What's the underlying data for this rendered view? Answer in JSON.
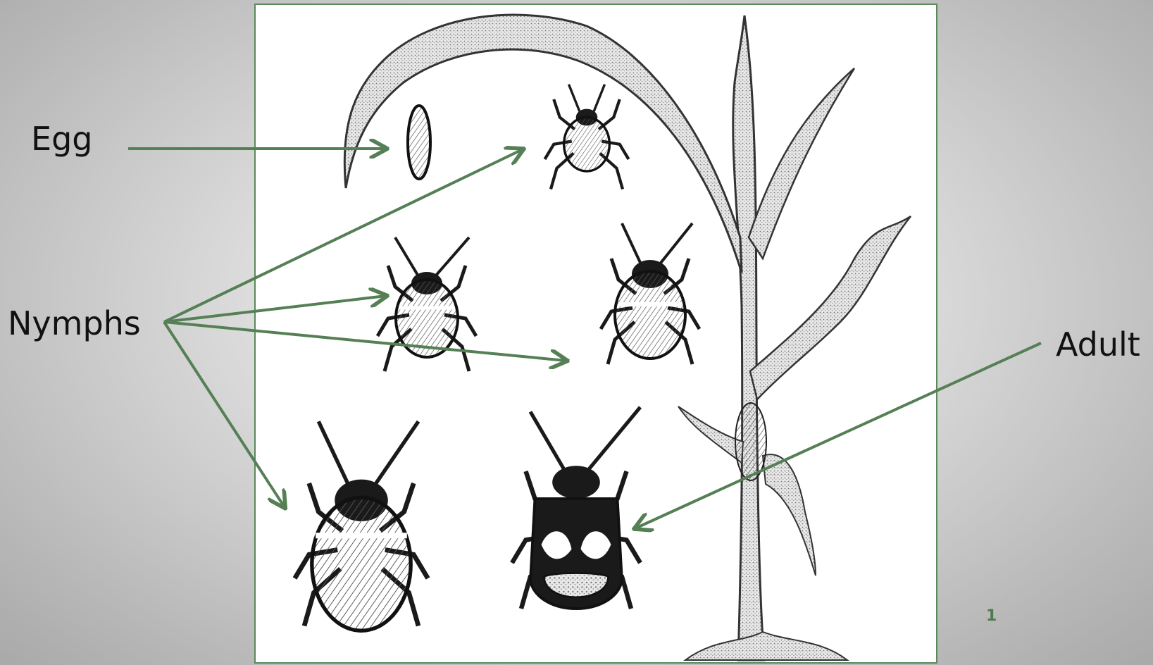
{
  "labels": {
    "egg": "Egg",
    "nymphs": "Nymphs",
    "adult": "Adult"
  },
  "slide_number": "1",
  "colors": {
    "arrow": "#557f55",
    "frame": "#5a8a5a",
    "ink": "#1a1a1a"
  }
}
